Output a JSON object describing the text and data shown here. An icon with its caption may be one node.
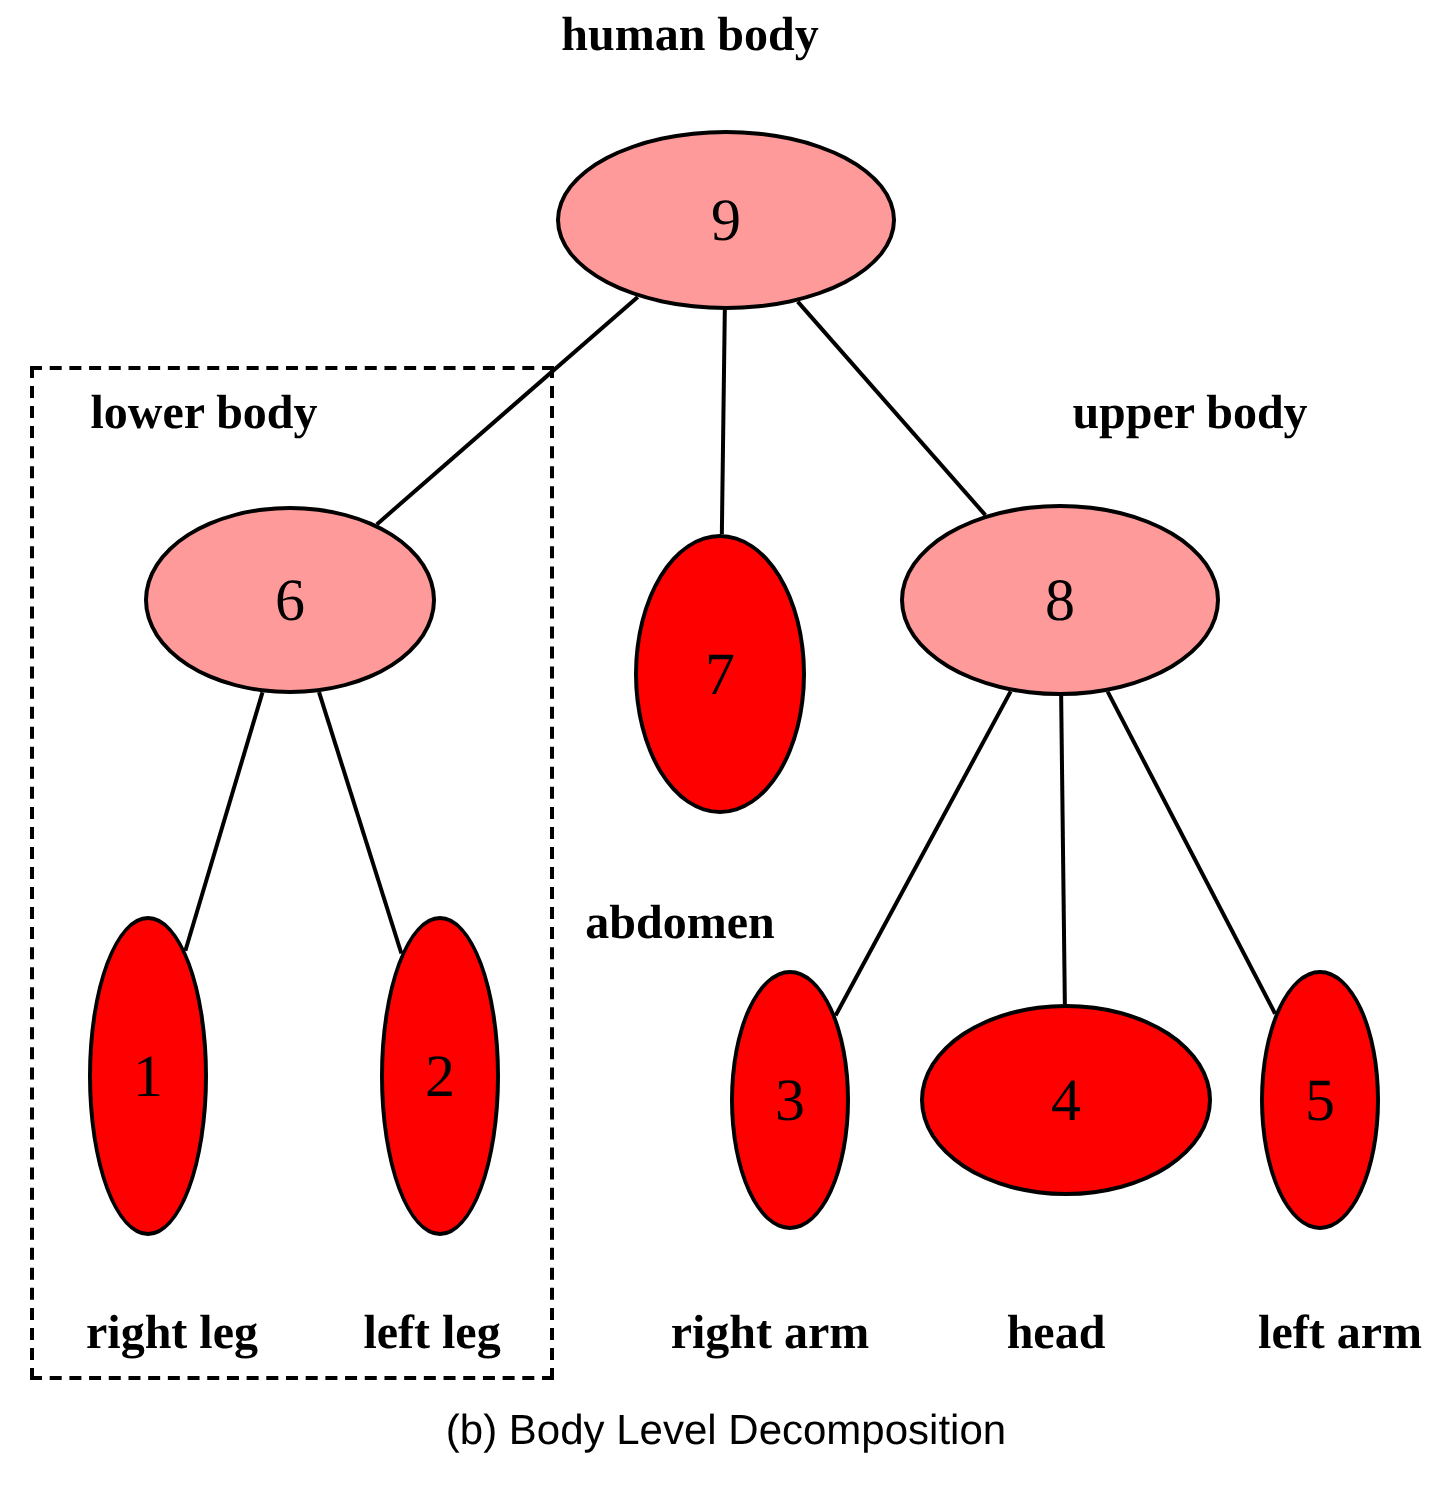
{
  "diagram": {
    "caption": "(b) Body Level Decomposition",
    "nodes": [
      {
        "text": [
          "9"
        ],
        "beside": [
          "human body"
        ]
      },
      {
        "text": [],
        "shape": "box"
      },
      {
        "text": [
          "6"
        ],
        "in": 1,
        "beside": [
          "lower body"
        ]
      },
      {
        "text": [
          "7"
        ]
      },
      {
        "text": [
          "8"
        ],
        "beside": [
          "upper body"
        ]
      },
      {
        "text": [
          "1"
        ],
        "in": 1,
        "beside": [
          "right leg"
        ]
      },
      {
        "text": [
          "2"
        ],
        "in": 1,
        "beside": [
          "left leg"
        ]
      },
      {
        "text": [
          "3"
        ],
        "beside": [
          "right arm"
        ]
      },
      {
        "text": [
          "4"
        ],
        "beside": [
          "head"
        ]
      },
      {
        "text": [
          "5"
        ],
        "beside": [
          "left arm"
        ]
      }
    ],
    "edges": [
      {
        "from": 0,
        "to": 2,
        "arrow": "none"
      },
      {
        "from": 0,
        "to": 3,
        "arrow": "none"
      },
      {
        "from": 0,
        "to": 4,
        "arrow": "none"
      },
      {
        "from": 2,
        "to": 5,
        "arrow": "none"
      },
      {
        "from": 2,
        "to": 6,
        "arrow": "none"
      },
      {
        "from": 4,
        "to": 7,
        "arrow": "none"
      },
      {
        "from": 4,
        "to": 8,
        "arrow": "none"
      },
      {
        "from": 4,
        "to": 9,
        "arrow": "none"
      }
    ],
    "labels": [
      "abdomen"
    ]
  }
}
